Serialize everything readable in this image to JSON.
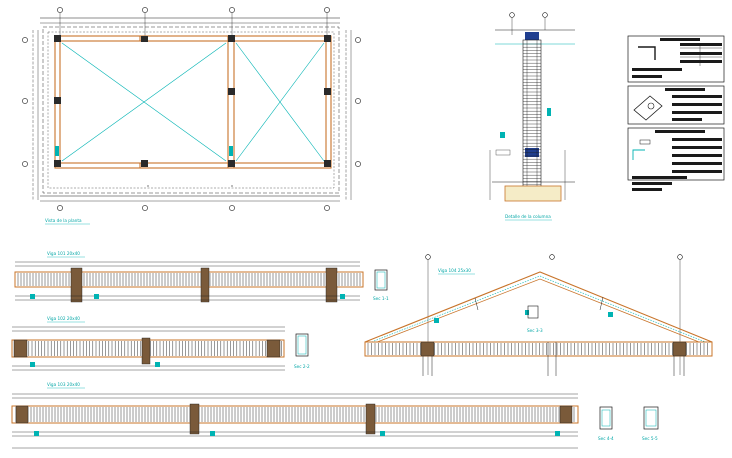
{
  "colors": {
    "beam": "#c8742a",
    "cyan": "#00b3b3",
    "line": "#1a1a1a",
    "hatch": "#7a5a3a",
    "grey": "#555555"
  },
  "labels": {
    "plan": "Vista de la planta",
    "column": "Detalle de la columna",
    "beam1": "Viga 101 20x40",
    "beam2": "Viga 102 20x40",
    "beam3": "Viga 103 20x40",
    "roof": "Viga 104 25x30",
    "sec1": "Sec 1-1",
    "sec2": "Sec 2-2",
    "roofsec": "Sec 3-3",
    "small1": "Sec 4-4",
    "small2": "Sec 5-5"
  }
}
